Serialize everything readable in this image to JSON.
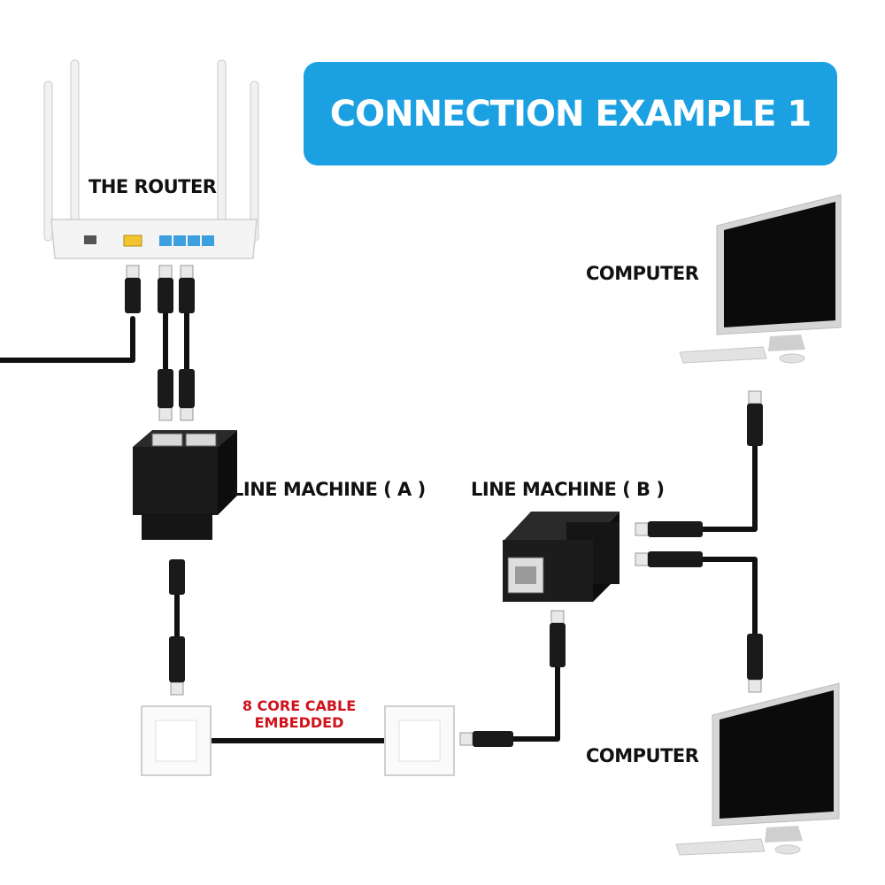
{
  "title": "CONNECTION EXAMPLE 1",
  "labels": {
    "router": "THE ROUTER",
    "line_machine_a": "LINE MACHINE ( A )",
    "line_machine_b": "LINE MACHINE ( B )",
    "computer_top": "COMPUTER",
    "computer_bottom": "COMPUTER",
    "cable_line1": "8 CORE CABLE",
    "cable_line2": "EMBEDDED"
  },
  "colors": {
    "banner": "#1ba1e2",
    "cable_label": "#d0121b",
    "router_port_wan": "#f4c430",
    "router_port_lan": "#3aa0e0",
    "cable": "#111111"
  }
}
